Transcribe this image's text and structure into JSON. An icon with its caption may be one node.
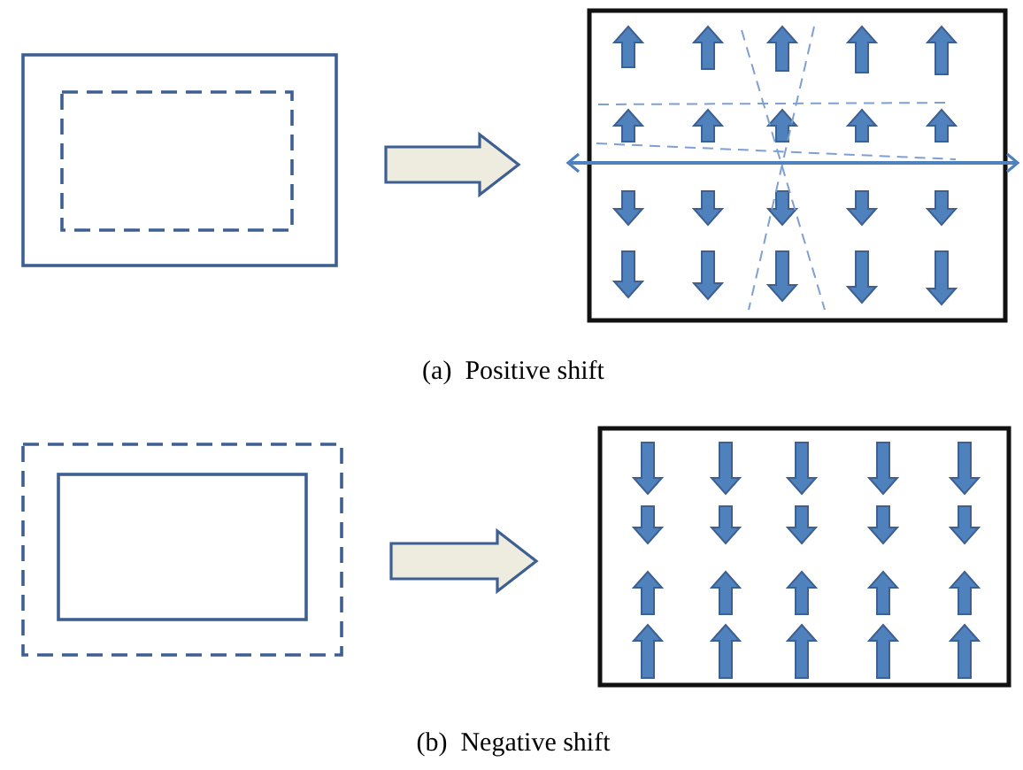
{
  "diagram": {
    "nodes": [
      {
        "text": [],
        "shape": "box"
      },
      {
        "text": [],
        "shape": "box"
      },
      {
        "text": [],
        "shape": "box"
      },
      {
        "text": [],
        "shape": "box"
      }
    ],
    "edges": [
      {
        "from": 0,
        "to": 1,
        "arrow": "to",
        "style": "thick"
      },
      {
        "from": 2,
        "to": 3,
        "arrow": "to",
        "style": "thick"
      }
    ],
    "labels": [
      "(a)  Positive shift",
      "(b)  Negative shift"
    ]
  }
}
